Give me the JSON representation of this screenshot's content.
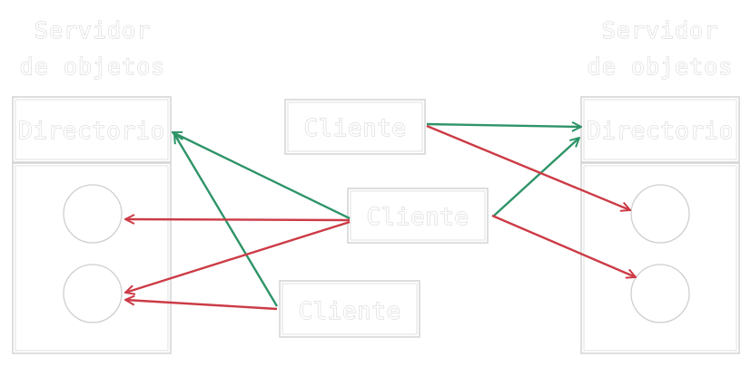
{
  "servers": [
    {
      "title_line1": "Servidor",
      "title_line2": "de objetos",
      "directory_label": "Directorio"
    },
    {
      "title_line1": "Servidor",
      "title_line2": "de objetos",
      "directory_label": "Directorio"
    }
  ],
  "clients": [
    {
      "label": "Cliente"
    },
    {
      "label": "Cliente"
    },
    {
      "label": "Cliente"
    }
  ],
  "colors": {
    "green_arrow": "#2e9468",
    "red_arrow": "#cc3b46",
    "outline": "#cfcfcf"
  }
}
